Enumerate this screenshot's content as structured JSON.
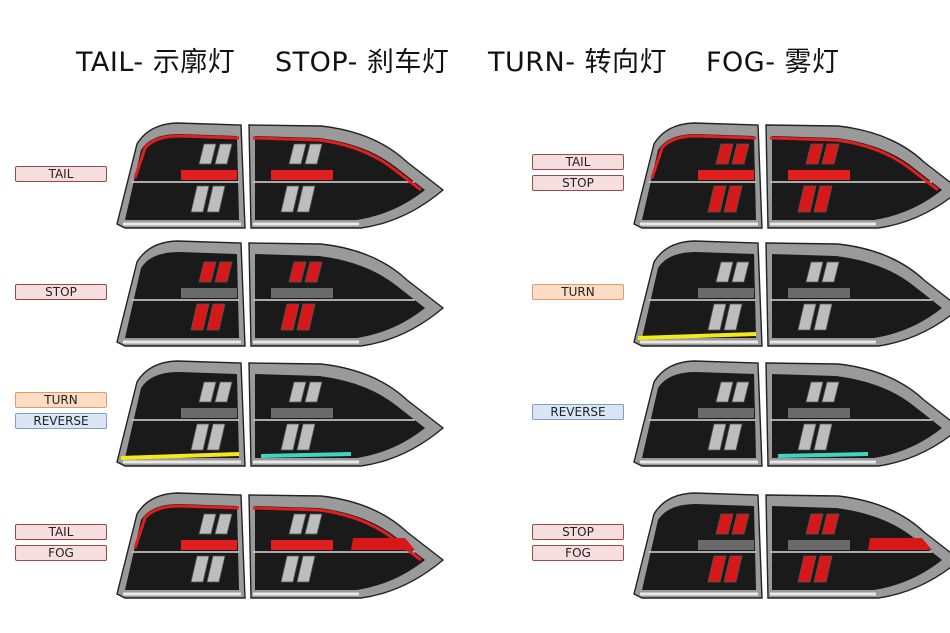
{
  "header": [
    "TAIL- 示廓灯",
    "STOP- 刹车灯",
    "TURN- 转向灯",
    "FOG- 雾灯"
  ],
  "colors": {
    "tail_red": "#e21f1f",
    "stop_red": "#d81818",
    "turn_yellow": "#f2ea1a",
    "reverse_cyan": "#3fd6c0",
    "tag_red_bg": "#f6dede",
    "tag_orange_bg": "#fcdcc4",
    "tag_blue_bg": "#d9e6f6"
  },
  "panels": [
    {
      "labels": [
        {
          "text": "TAIL",
          "style": "red"
        }
      ],
      "tail": true,
      "stop": false,
      "turn": false,
      "reverse": false,
      "fog": false
    },
    {
      "labels": [
        {
          "text": "TAIL",
          "style": "red"
        },
        {
          "text": "STOP",
          "style": "red"
        }
      ],
      "tail": true,
      "stop": true,
      "turn": false,
      "reverse": false,
      "fog": false
    },
    {
      "labels": [
        {
          "text": "STOP",
          "style": "red"
        }
      ],
      "tail": false,
      "stop": true,
      "turn": false,
      "reverse": false,
      "fog": false
    },
    {
      "labels": [
        {
          "text": "TURN",
          "style": "orange"
        }
      ],
      "tail": false,
      "stop": false,
      "turn": true,
      "reverse": false,
      "fog": false
    },
    {
      "labels": [
        {
          "text": "TURN",
          "style": "orange"
        },
        {
          "text": "REVERSE",
          "style": "blue"
        }
      ],
      "tail": false,
      "stop": false,
      "turn": true,
      "reverse": true,
      "fog": false
    },
    {
      "labels": [
        {
          "text": "REVERSE",
          "style": "blue"
        }
      ],
      "tail": false,
      "stop": false,
      "turn": false,
      "reverse": true,
      "fog": false
    },
    {
      "labels": [
        {
          "text": "TAIL",
          "style": "red"
        },
        {
          "text": "FOG",
          "style": "red"
        }
      ],
      "tail": true,
      "stop": false,
      "turn": false,
      "reverse": false,
      "fog": true
    },
    {
      "labels": [
        {
          "text": "STOP",
          "style": "red"
        },
        {
          "text": "FOG",
          "style": "red"
        }
      ],
      "tail": false,
      "stop": true,
      "turn": false,
      "reverse": false,
      "fog": true
    }
  ]
}
